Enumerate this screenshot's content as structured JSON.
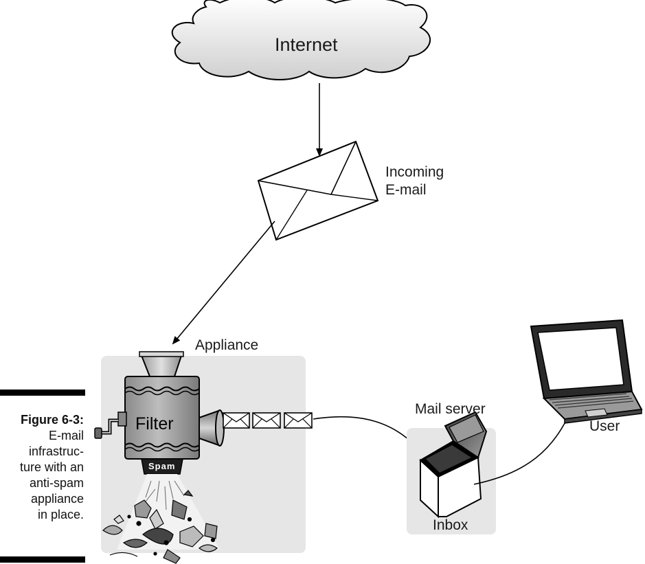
{
  "diagram": {
    "cloud_label": "Internet",
    "envelope_label": [
      "Incoming",
      "E-mail"
    ],
    "appliance_label": "Appliance",
    "filter_label": "Filter",
    "spam_label": "Spam",
    "mail_server_label": "Mail server",
    "inbox_label": "Inbox",
    "user_label": "User"
  },
  "caption": {
    "title": "Figure 6-3:",
    "lines": [
      "E-mail",
      "infrastruc-",
      "ture with an",
      "anti-spam",
      "appliance",
      "in place."
    ]
  }
}
